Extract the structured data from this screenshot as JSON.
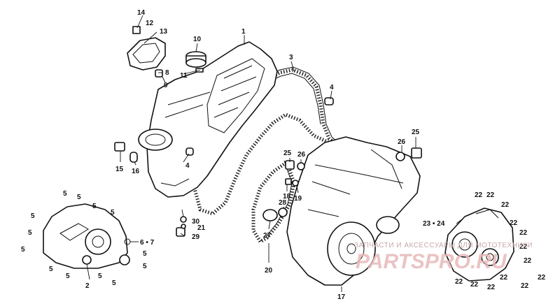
{
  "diagram": {
    "callouts": {
      "n1": "1",
      "n2": "2",
      "n3": "3",
      "n4a": "4",
      "n4b": "4",
      "n5": "5",
      "n67": "6 • 7",
      "n8": "8",
      "n9": "9",
      "n10": "10",
      "n11": "11",
      "n12": "12",
      "n13": "13",
      "n14": "14",
      "n15": "15",
      "n16": "16",
      "n17": "17",
      "n18": "18",
      "n19": "19",
      "n20": "20",
      "n21": "21",
      "n22": "22",
      "n2324": "23 • 24",
      "n25": "25",
      "n26": "26",
      "n27": "27",
      "n28": "28",
      "n29": "29",
      "n30": "30"
    },
    "watermark": {
      "caption": "ЗАПЧАСТИ И АКСЕССУАРЫ ДЛЯ МОТОТЕХНИКИ",
      "brand": "PARTSPRO.RU"
    }
  }
}
